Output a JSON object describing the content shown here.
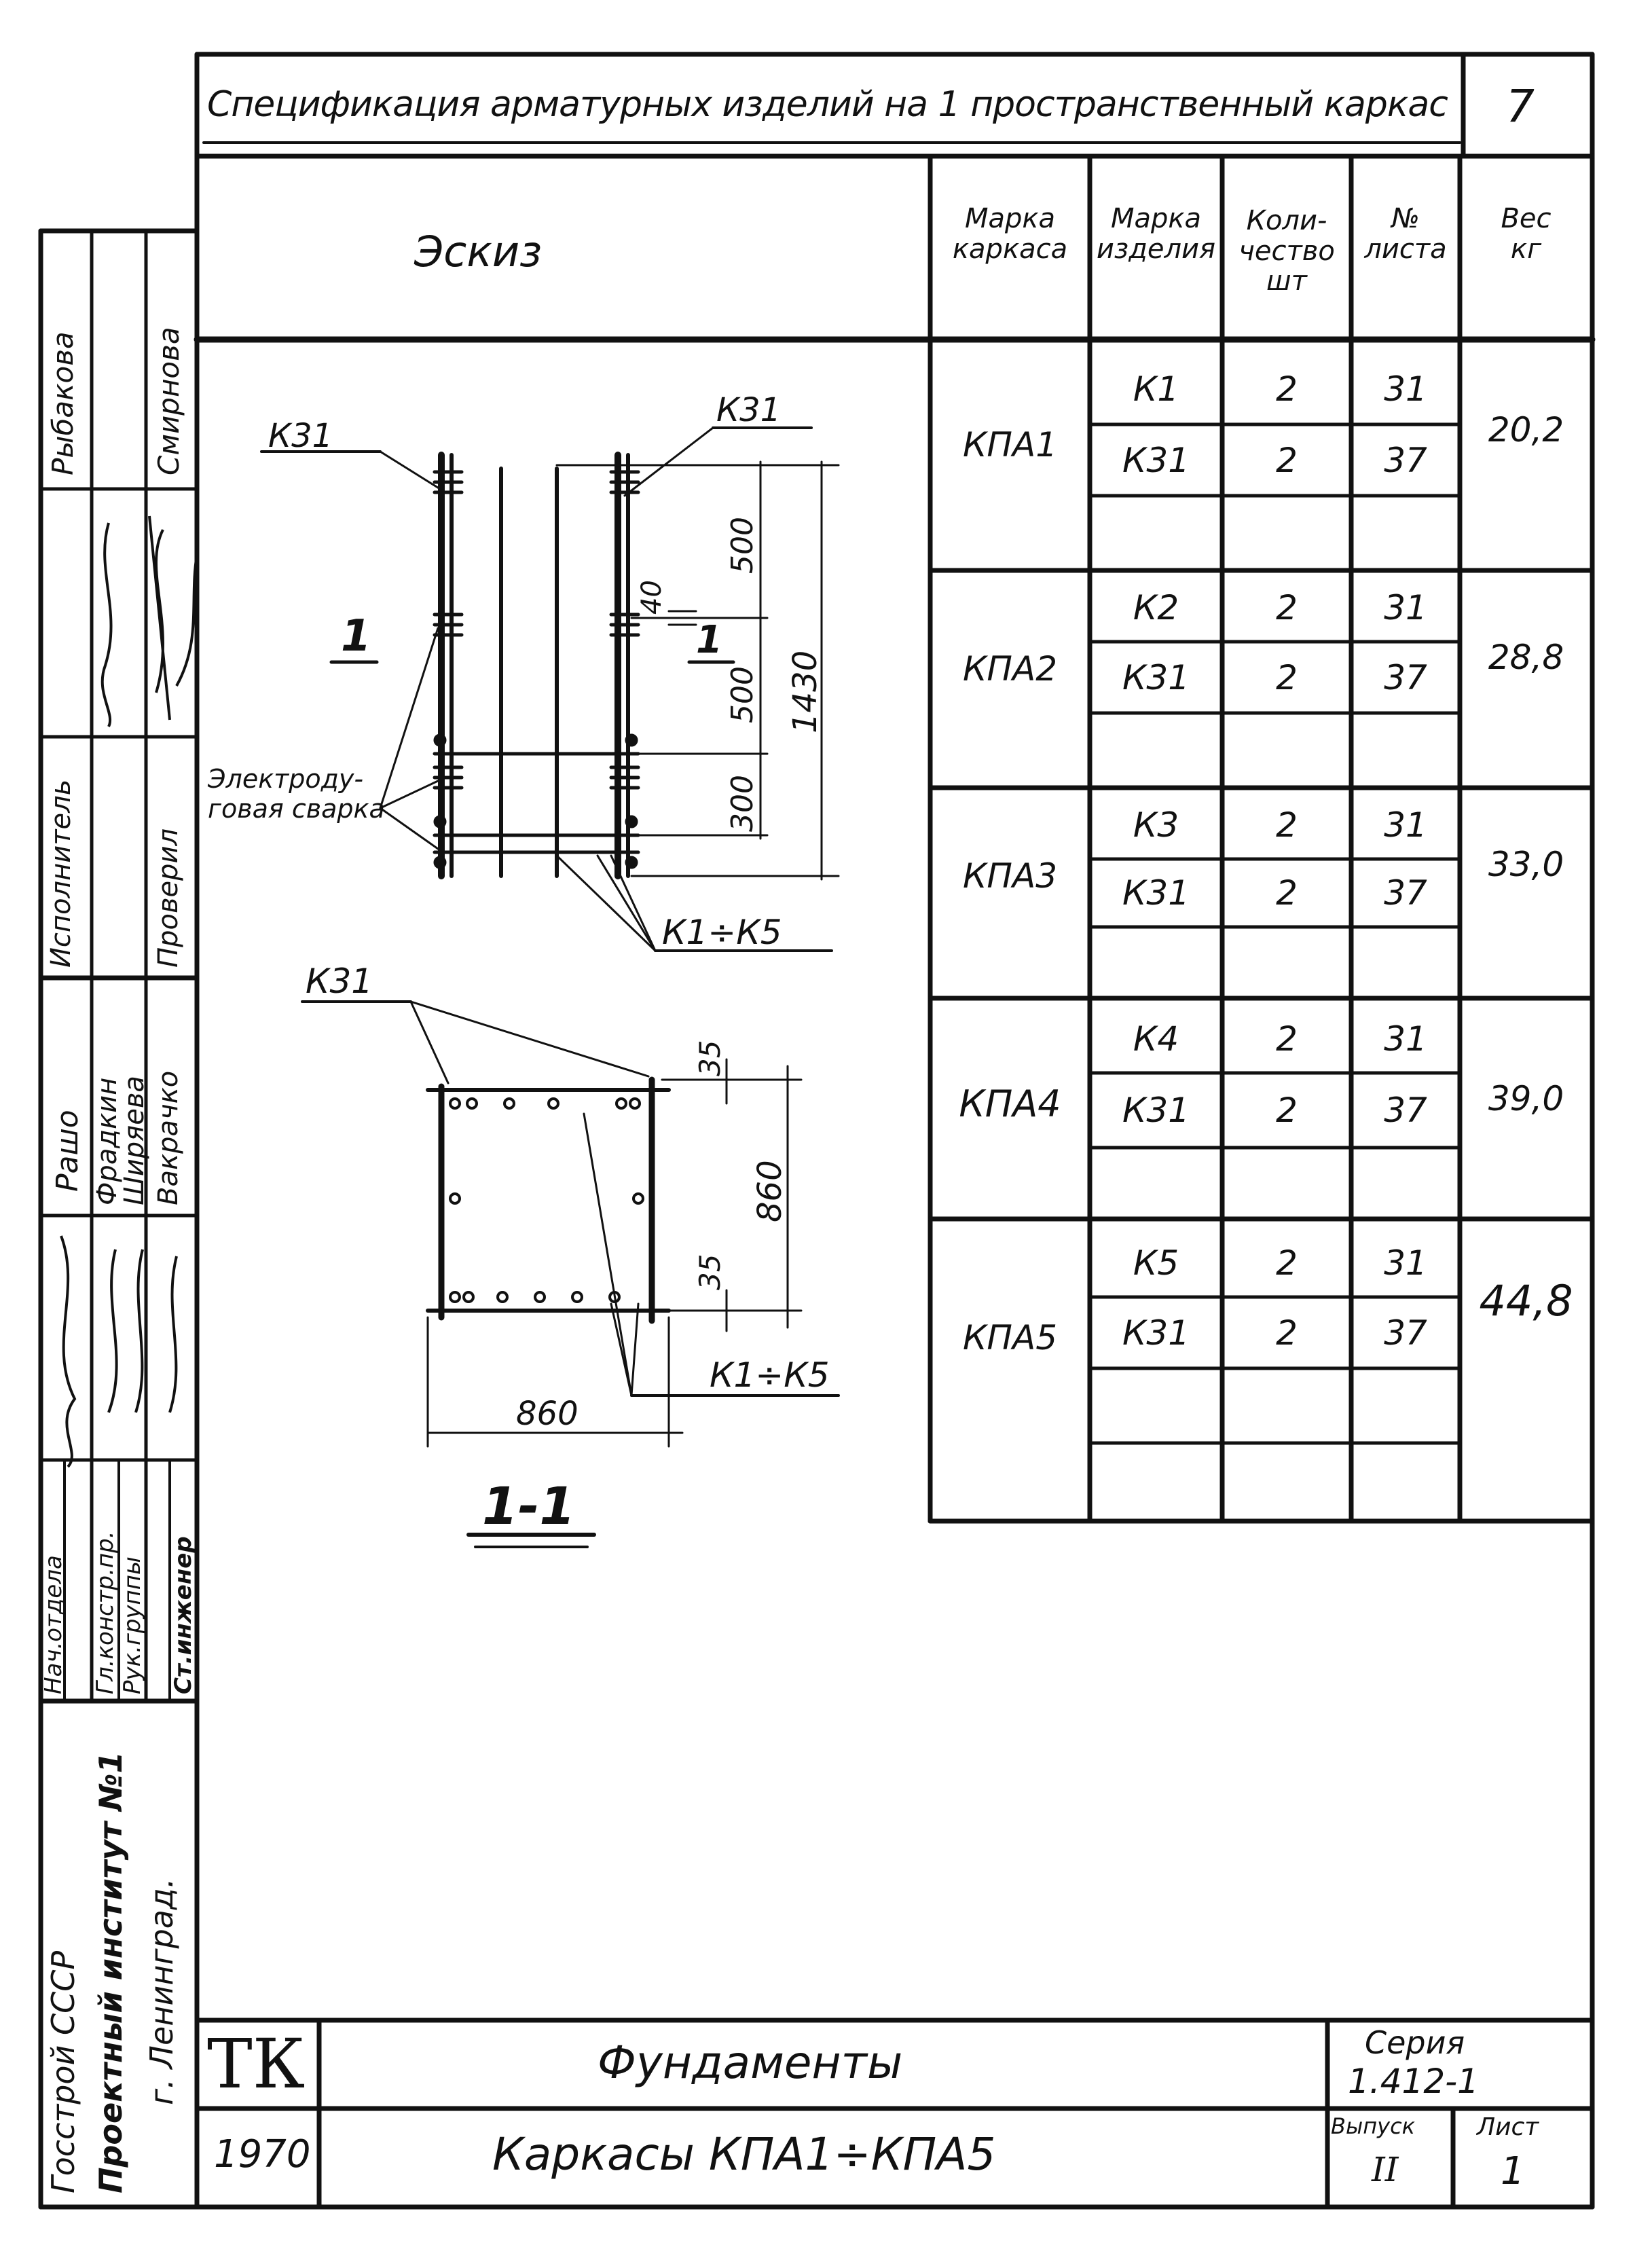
{
  "title": "Спецификация арматурных изделий на 1 пространственный каркас",
  "page_number": "7",
  "table": {
    "headers": {
      "sketch": "Эскиз",
      "frame_mark_1": "Марка",
      "frame_mark_2": "каркаса",
      "item_mark_1": "Марка",
      "item_mark_2": "изделия",
      "quantity_1": "Коли-",
      "quantity_2": "чество",
      "quantity_3": "шт",
      "sheet_no_1": "№",
      "sheet_no_2": "листа",
      "weight_1": "Вес",
      "weight_2": "кг"
    },
    "groups": [
      {
        "frame": "КПА1",
        "weight": "20,2",
        "rows": [
          {
            "item": "К1",
            "qty": "2",
            "sheet": "31"
          },
          {
            "item": "К31",
            "qty": "2",
            "sheet": "37"
          }
        ]
      },
      {
        "frame": "КПА2",
        "weight": "28,8",
        "rows": [
          {
            "item": "К2",
            "qty": "2",
            "sheet": "31"
          },
          {
            "item": "К31",
            "qty": "2",
            "sheet": "37"
          }
        ]
      },
      {
        "frame": "КПА3",
        "weight": "33,0",
        "rows": [
          {
            "item": "К3",
            "qty": "2",
            "sheet": "31"
          },
          {
            "item": "К31",
            "qty": "2",
            "sheet": "37"
          }
        ]
      },
      {
        "frame": "КПА4",
        "weight": "39,0",
        "rows": [
          {
            "item": "К4",
            "qty": "2",
            "sheet": "31"
          },
          {
            "item": "К31",
            "qty": "2",
            "sheet": "37"
          }
        ]
      },
      {
        "frame": "КПА5",
        "weight": "44,8",
        "rows": [
          {
            "item": "К5",
            "qty": "2",
            "sheet": "31"
          },
          {
            "item": "К31",
            "qty": "2",
            "sheet": "37"
          }
        ]
      }
    ]
  },
  "sketch": {
    "k31_left": "К31",
    "k31_right": "К31",
    "k31_section": "К31",
    "cut_mark_left": "1",
    "cut_mark_right": "1",
    "dim_40": "40",
    "dim_500_top": "500",
    "dim_500_mid": "500",
    "dim_300": "300",
    "dim_1430": "1430",
    "weld_label_1": "Электроду-",
    "weld_label_2": "говая сварка",
    "k1_k5_top": "К1÷К5",
    "k1_k5_section": "К1÷К5",
    "dim_35_top": "35",
    "dim_35_bottom": "35",
    "dim_860_vertical": "860",
    "dim_860_horizontal": "860",
    "section_label": "1-1"
  },
  "side_stamp": {
    "org_1": "Госстрой СССР",
    "org_2": "Проектный институт №1",
    "org_3": "г. Ленинград.",
    "roles": [
      "Нач.отдела",
      "Гл.констр.пр.",
      "Рук.группы",
      "Ст.инженер"
    ],
    "names": [
      "Рашо",
      "Фрадкин",
      "Ширяева",
      "Вакрачко"
    ],
    "roles_upper": [
      "Исполнитель",
      "Проверил"
    ],
    "names_upper": [
      "Рыбакова",
      "Смирнова"
    ]
  },
  "title_block": {
    "logo": "ТК",
    "year": "1970",
    "subject": "Фундаменты",
    "drawing_title": "Каркасы КПА1÷КПА5",
    "series_label": "Серия",
    "series_value": "1.412-1",
    "issue_label": "Выпуск",
    "issue_value": "II",
    "sheet_label": "Лист",
    "sheet_value": "1"
  }
}
